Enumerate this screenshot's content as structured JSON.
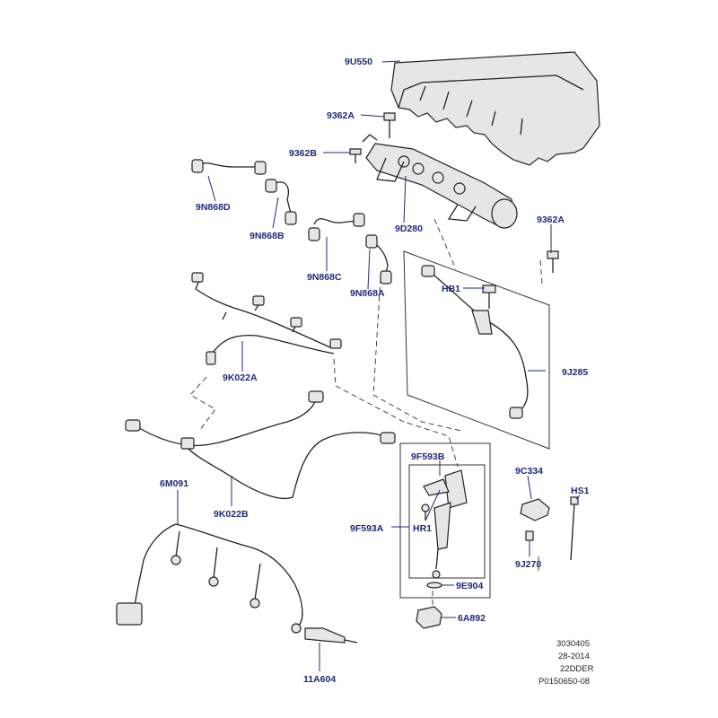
{
  "labels": {
    "cover": "9U550",
    "bolt_a_top": "9362A",
    "bolt_b": "9362B",
    "pipe_d": "9N868D",
    "pipe_b": "9N868B",
    "pipe_c": "9N868C",
    "pipe_a": "9N868A",
    "fuel_rail": "9D280",
    "bolt_a_right": "9362A",
    "hb1": "HB1",
    "return_pipe": "9J285",
    "harness_a": "9K022A",
    "harness_b": "9K022B",
    "injector_clamp": "9F593B",
    "hr1": "HR1",
    "injector": "9F593A",
    "washer": "9E904",
    "nut": "6A892",
    "clamp": "9C334",
    "hs1": "HS1",
    "stud": "9J278",
    "glow_harness": "6M091",
    "glow_plug": "11A604"
  },
  "reference": {
    "line1": "3030405",
    "line2": "28-2014",
    "line3": "22DDER",
    "line4": "P0150650-08"
  }
}
